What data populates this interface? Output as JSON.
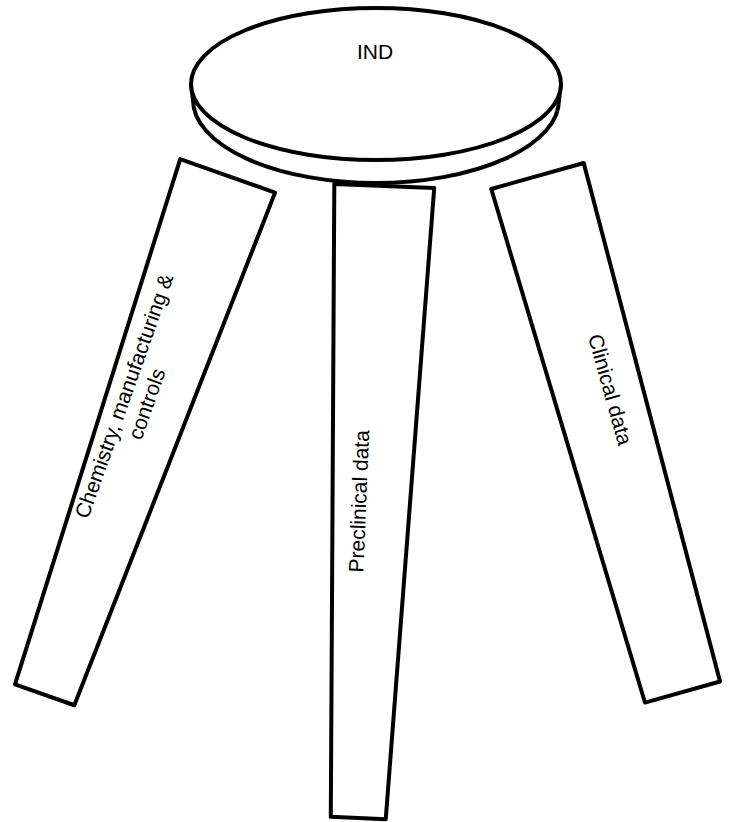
{
  "diagram": {
    "nodes": [
      {
        "text": [
          "IND"
        ]
      },
      {
        "text": [
          "Chemistry, manufacturing & controls"
        ]
      },
      {
        "text": [
          "Preclinical data"
        ]
      },
      {
        "text": [
          "Clinical data"
        ]
      }
    ]
  }
}
